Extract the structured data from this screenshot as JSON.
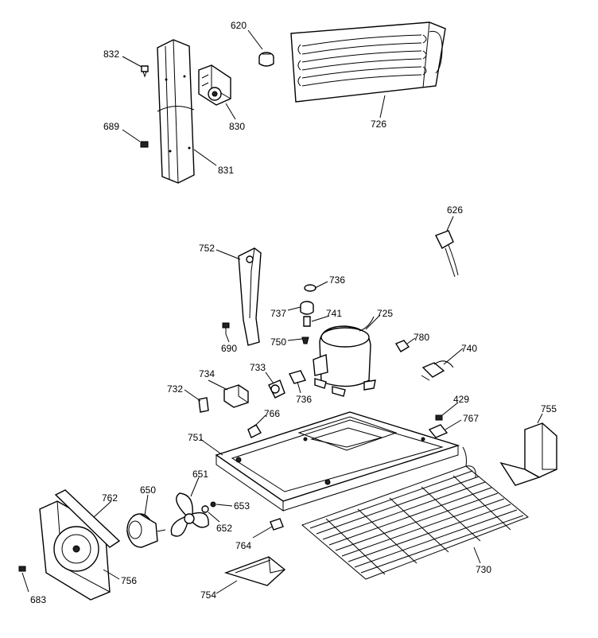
{
  "diagram": {
    "part_numbers": [
      "832",
      "689",
      "831",
      "830",
      "620",
      "726",
      "626",
      "752",
      "736",
      "737",
      "741",
      "725",
      "690",
      "750",
      "780",
      "740",
      "733",
      "734",
      "732",
      "736",
      "766",
      "751",
      "429",
      "767",
      "755",
      "762",
      "650",
      "651",
      "653",
      "652",
      "764",
      "730",
      "756",
      "683",
      "754"
    ]
  }
}
